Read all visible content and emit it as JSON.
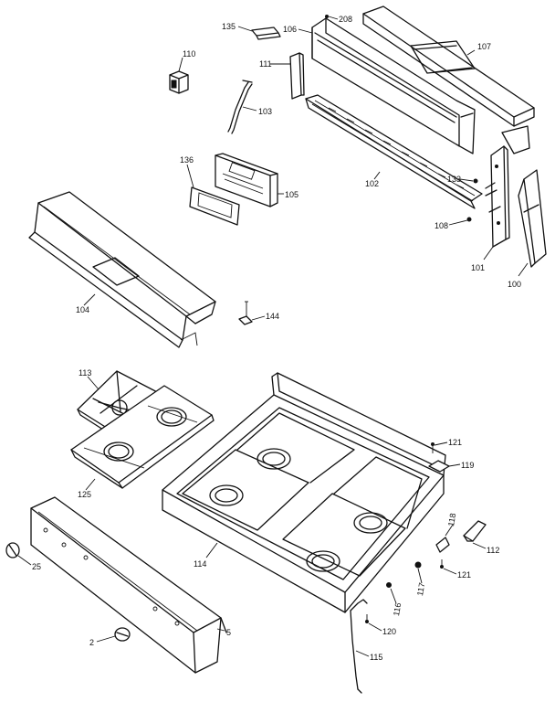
{
  "labels": {
    "l135a": "135",
    "l106": "106",
    "l208": "208",
    "l107": "107",
    "l110": "110",
    "l111": "111",
    "l103": "103",
    "l136": "136",
    "l105": "105",
    "l102": "102",
    "l133": "133",
    "l108": "108",
    "l101": "101",
    "l100": "100",
    "l104": "104",
    "l144a": "144",
    "l113": "113",
    "l125": "125",
    "l121a": "121",
    "l119": "119",
    "l114": "114",
    "l118": "118",
    "l112": "112",
    "l117": "117",
    "l121b": "121",
    "l116": "116",
    "l120": "120",
    "l115": "115",
    "l25": "25",
    "l2": "2",
    "l5": "5"
  }
}
